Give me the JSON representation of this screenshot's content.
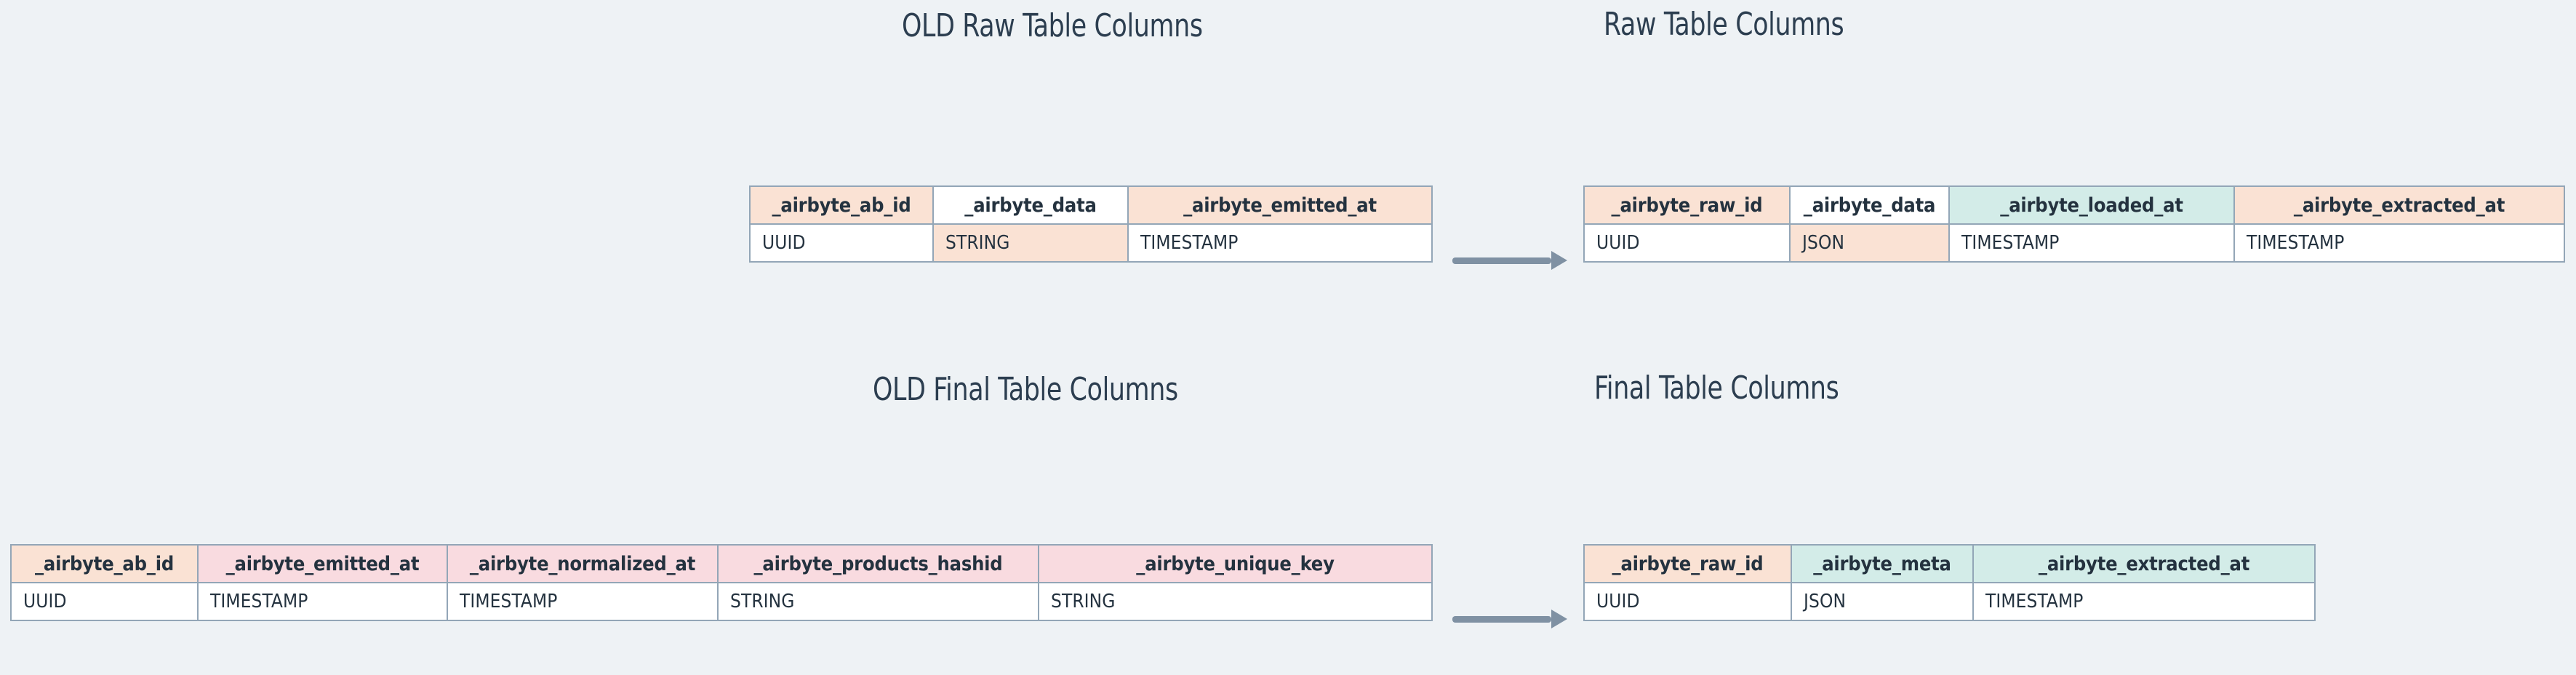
{
  "page": {
    "background_color": "#eef2f5",
    "text_color": "#2c3e50",
    "border_color": "#93a6b7",
    "arrow_color": "#7f91a3",
    "palette": {
      "peach": "#fae2d4",
      "mint": "#d3ece8",
      "pink": "#f9dbe0",
      "white": "#ffffff"
    }
  },
  "sections": {
    "old_raw": {
      "title": "OLD Raw Table Columns",
      "table": {
        "headers": [
          "_airbyte_ab_id",
          "_airbyte_data",
          "_airbyte_emitted_at"
        ],
        "header_fills": [
          "peach",
          "white",
          "peach"
        ],
        "types": [
          "UUID",
          "STRING",
          "TIMESTAMP"
        ],
        "type_fills": [
          "white",
          "peach",
          "white"
        ]
      }
    },
    "new_raw": {
      "title": "Raw Table Columns",
      "table": {
        "headers": [
          "_airbyte_raw_id",
          "_airbyte_data",
          "_airbyte_loaded_at",
          "_airbyte_extracted_at"
        ],
        "header_fills": [
          "peach",
          "white",
          "mint",
          "peach"
        ],
        "types": [
          "UUID",
          "JSON",
          "TIMESTAMP",
          "TIMESTAMP"
        ],
        "type_fills": [
          "white",
          "peach",
          "white",
          "white"
        ]
      }
    },
    "old_final": {
      "title": "OLD Final Table Columns",
      "table": {
        "headers": [
          "_airbyte_ab_id",
          "_airbyte_emitted_at",
          "_airbyte_normalized_at",
          "_airbyte_products_hashid",
          "_airbyte_unique_key"
        ],
        "header_fills": [
          "peach",
          "pink",
          "pink",
          "pink",
          "pink"
        ],
        "types": [
          "UUID",
          "TIMESTAMP",
          "TIMESTAMP",
          "STRING",
          "STRING"
        ],
        "type_fills": [
          "white",
          "white",
          "white",
          "white",
          "white"
        ]
      }
    },
    "new_final": {
      "title": "Final Table Columns",
      "table": {
        "headers": [
          "_airbyte_raw_id",
          "_airbyte_meta",
          "_airbyte_extracted_at"
        ],
        "header_fills": [
          "peach",
          "mint",
          "mint"
        ],
        "types": [
          "UUID",
          "JSON",
          "TIMESTAMP"
        ],
        "type_fills": [
          "white",
          "white",
          "white"
        ]
      }
    }
  },
  "arrows": [
    {
      "name": "raw-transition-arrow",
      "direction": "right"
    },
    {
      "name": "final-transition-arrow",
      "direction": "right"
    }
  ]
}
